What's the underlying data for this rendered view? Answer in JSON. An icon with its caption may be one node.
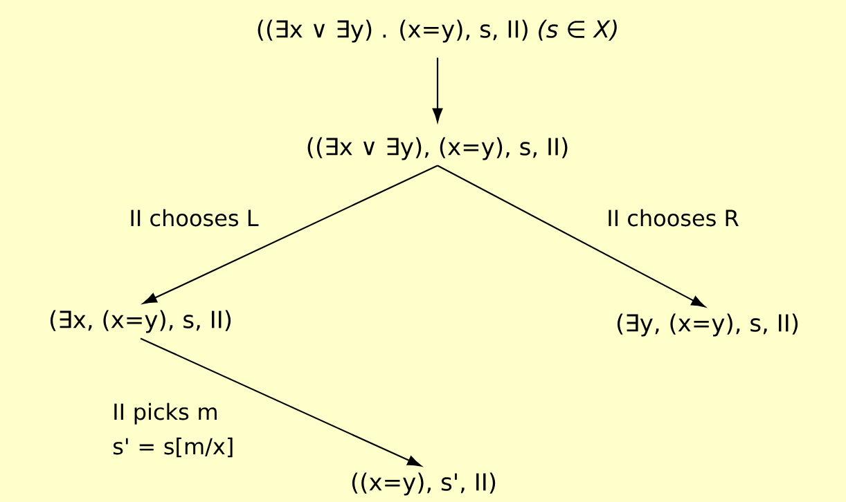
{
  "diagram": {
    "nodes": [
      {
        "text": [
          "((∃x ∨ ∃y) . (x=y), s, II) *(s ∈ X)*"
        ]
      },
      {
        "text": [
          "((∃x ∨ ∃y), (x=y), s, II)"
        ]
      },
      {
        "text": [
          "(∃x, (x=y), s, II)"
        ]
      },
      {
        "text": [
          "(∃y, (x=y), s, II)"
        ]
      },
      {
        "text": [
          "((x=y), s', II)"
        ]
      }
    ],
    "edges": [
      {
        "from": 0,
        "to": 1,
        "arrow": "to"
      },
      {
        "from": 1,
        "to": 2,
        "arrow": "to",
        "label": "II chooses L"
      },
      {
        "from": 1,
        "to": 3,
        "arrow": "to",
        "label": "II chooses R"
      },
      {
        "from": 2,
        "to": 4,
        "arrow": "to",
        "label": "II picks m s' = s[m/x]"
      }
    ]
  }
}
